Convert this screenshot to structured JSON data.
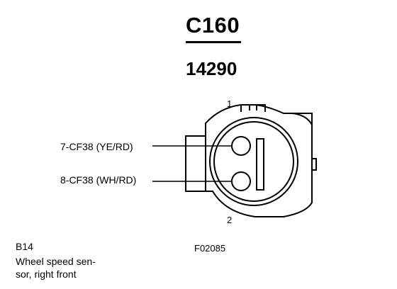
{
  "connector": {
    "id": "C160",
    "part_number": "14290"
  },
  "pins": [
    {
      "number": "1",
      "circuit": "7-CF38 (YE/RD)"
    },
    {
      "number": "2",
      "circuit": "8-CF38 (WH/RD)"
    }
  ],
  "component": {
    "id": "B14",
    "description_line1": "Wheel speed sen-",
    "description_line2": "sor, right front"
  },
  "figure_code": "F02085"
}
